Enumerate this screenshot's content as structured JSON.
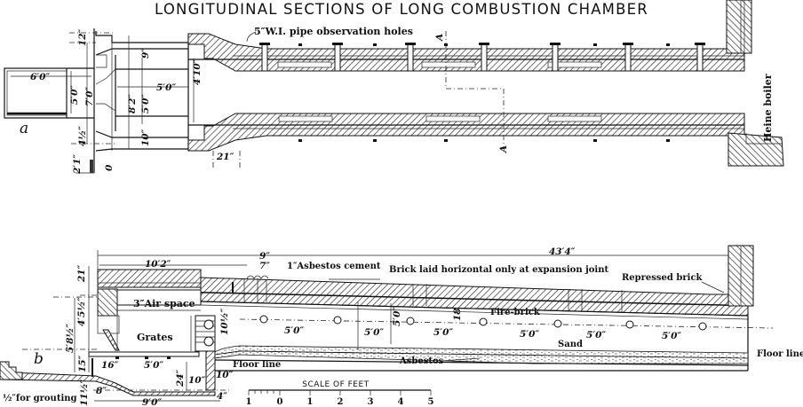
{
  "title": "LONGITUDINAL SECTIONS OF LONG COMBUSTION CHAMBER",
  "top_view": {
    "letter": "a",
    "observation_holes_label": "5″W.I. pipe observation holes",
    "boiler_label": "Heine boiler",
    "section_mark_top": "A",
    "section_mark_bottom": "A",
    "dims": {
      "width_6_0": "6′0″",
      "d_12": "12″",
      "d_5_0_a": "5′0″",
      "d_7_0": "7′0″",
      "d_8_2": "8′2″",
      "d_9": "9″",
      "d_5_0_b": "5′0″",
      "d_5_0_c": "5′0″",
      "d_4_10": "4′10″",
      "d_10": "10″",
      "d_4_half": "4½″",
      "d_2_1": "2′1″",
      "d_0": "0",
      "d_21": "21″"
    }
  },
  "side_view": {
    "letter": "b",
    "labels": {
      "asbestos_cement": "1″Asbestos cement",
      "brick_laid": "Brick laid horizontal only at expansion joint",
      "repressed_brick": "Repressed brick",
      "air_space": "3″Air space",
      "grates": "Grates",
      "fire_brick": "Fire-brick",
      "sand": "Sand",
      "asbestos": "Asbestos",
      "floor_line_left": "Floor line",
      "floor_line_right": "Floor line",
      "grouting": "½″for grouting"
    },
    "dims": {
      "total_43_4": "43′4″",
      "d_10_2": "10′2″",
      "d_9": "9″",
      "d_7": "7″",
      "d_21": "21″",
      "d_4_5_half": "4′5½″",
      "d_5_8_half": "5′8½″",
      "d_15": "15″",
      "d_16": "16″",
      "d_5_0_grate": "5′0″",
      "d_24": "24″",
      "d_10a": "10″",
      "d_10b": "10″",
      "d_10_half": "10½″",
      "d_4": "4″",
      "d_8": "8″",
      "d_11_half": "11½″",
      "d_9_0": "9′0″",
      "d_18": "18",
      "spacing": [
        "5′0″",
        "5′0″",
        "5′0″",
        "5′0″",
        "5′0″",
        "5′0″"
      ],
      "d_5_0_mid": "5′0″"
    }
  },
  "scale": {
    "title": "SCALE OF FEET",
    "ticks": [
      "1",
      "0",
      "1",
      "2",
      "3",
      "4",
      "5"
    ]
  }
}
